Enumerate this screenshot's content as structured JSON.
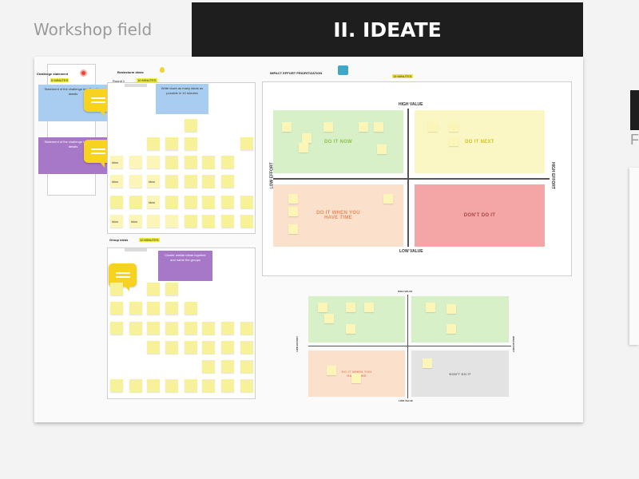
{
  "workshop_title": "Workshop field",
  "section_title": "II. IDEATE",
  "left_column": {
    "challenge_heading": "Challenge statement",
    "challenge_time": "5 MINUTES",
    "card1": "Statement of the challenge text Deadline details",
    "card2": "Statement of the challenge text Deadline details"
  },
  "brainstorm": {
    "heading": "Brainstorm ideas",
    "time": "10 MINUTES",
    "round_label": "Round 1",
    "instruction": "Write down as many ideas as possible in 10 minutes",
    "note_labels": [
      "Idea",
      "Idea",
      "Idea",
      "Idea",
      "Idea",
      "Idea"
    ]
  },
  "group": {
    "heading": "Group ideas",
    "time": "10 MINUTES",
    "instruction": "Cluster similar ideas together and name the groups"
  },
  "matrix": {
    "heading": "IMPACT EFFORT PRIORITIZATION",
    "time": "15 MINUTES",
    "top_label": "HIGH VALUE",
    "bottom_label": "LOW VALUE",
    "left_label": "LOW EFFORT",
    "right_label": "HIGH EFFORT",
    "q1": "DO IT NOW",
    "q2": "DO IT NEXT",
    "q3": "DO IT WHEN YOU HAVE TIME",
    "q4": "DON'T DO IT",
    "colors": {
      "q1": "#d8f0c8",
      "q2": "#fbf7c4",
      "q3": "#fbe0cc",
      "q4": "#f4a6a6",
      "q1_text": "#8bc34a",
      "q2_text": "#d4c21f",
      "q3_text": "#e98a5f",
      "q4_text": "#a94444"
    }
  },
  "mini_matrix": {
    "top_label": "HIGH VALUE",
    "bottom_label": "LOW VALUE",
    "left_label": "LOW EFFORT",
    "right_label": "HIGH EFFORT",
    "q3": "DO IT WHEN YOU HAVE TIME",
    "q4": "DON'T DO IT"
  },
  "icons": {
    "bubble": "comment-icon",
    "target": "target-icon",
    "bulb": "lightbulb-icon",
    "puzzle": "team-icon"
  }
}
